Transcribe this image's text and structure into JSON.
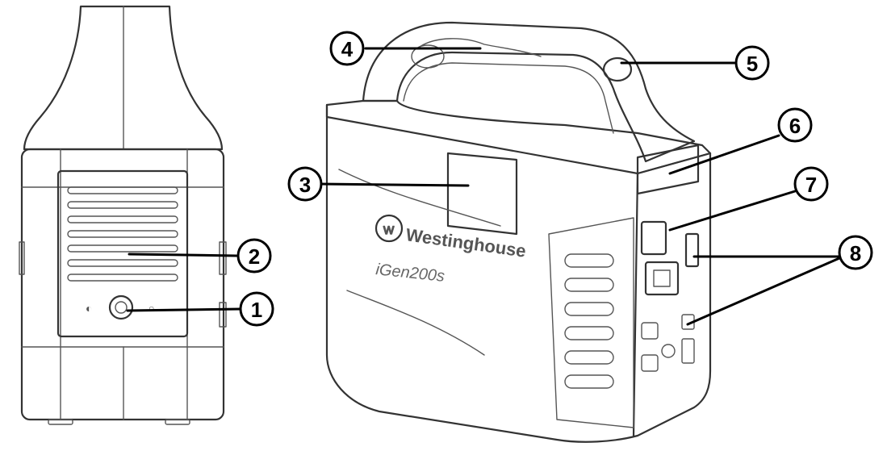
{
  "figure": {
    "brand_text": "Westinghouse",
    "model_text": "iGen200s"
  },
  "callouts": [
    {
      "number": "1",
      "part": "power-button"
    },
    {
      "number": "2",
      "part": "side-vent"
    },
    {
      "number": "3",
      "part": "display-panel"
    },
    {
      "number": "4",
      "part": "carry-handle"
    },
    {
      "number": "5",
      "part": "handle-button"
    },
    {
      "number": "6",
      "part": "top-outlet-cover"
    },
    {
      "number": "7",
      "part": "ac-outlets"
    },
    {
      "number": "8",
      "part": "usb-dc-ports"
    }
  ]
}
